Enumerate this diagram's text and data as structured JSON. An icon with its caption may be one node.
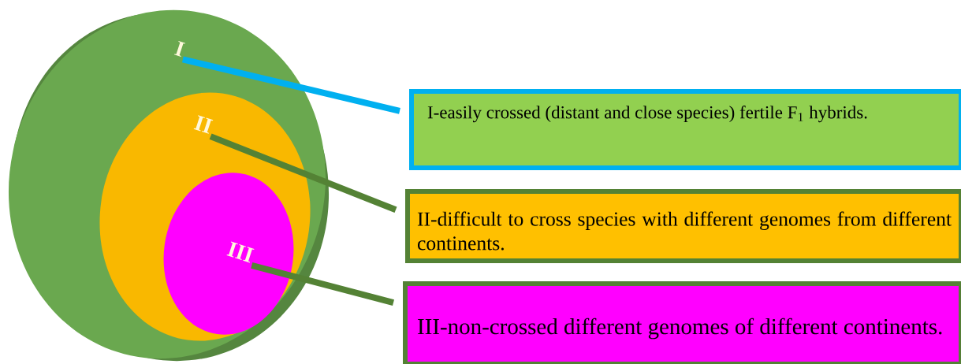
{
  "diagram": {
    "nodes": [
      {
        "text": [],
        "shape": "ellipse"
      },
      {
        "text": [
          "I"
        ],
        "in": 0
      },
      {
        "text": [],
        "shape": "ellipse",
        "in": 0
      },
      {
        "text": [
          "II"
        ],
        "in": 2
      },
      {
        "text": [],
        "shape": "ellipse",
        "in": 2
      },
      {
        "text": [
          "III"
        ],
        "in": 4
      },
      {
        "text": [
          "I-easily crossed (distant and close species) fertile F$_{1}$ hybrids."
        ]
      },
      {
        "text": [
          "II-difficult to cross species with different genomes from different continents."
        ]
      },
      {
        "text": [
          "III-non-crossed different genomes of different continents."
        ]
      }
    ],
    "edges": [
      {
        "from": 1,
        "to": 6,
        "arrow": "none",
        "color": "#00b0f0"
      },
      {
        "from": 3,
        "to": 7,
        "arrow": "none",
        "color": "#548235"
      },
      {
        "from": 5,
        "to": 8,
        "arrow": "none",
        "color": "#548235"
      }
    ]
  }
}
